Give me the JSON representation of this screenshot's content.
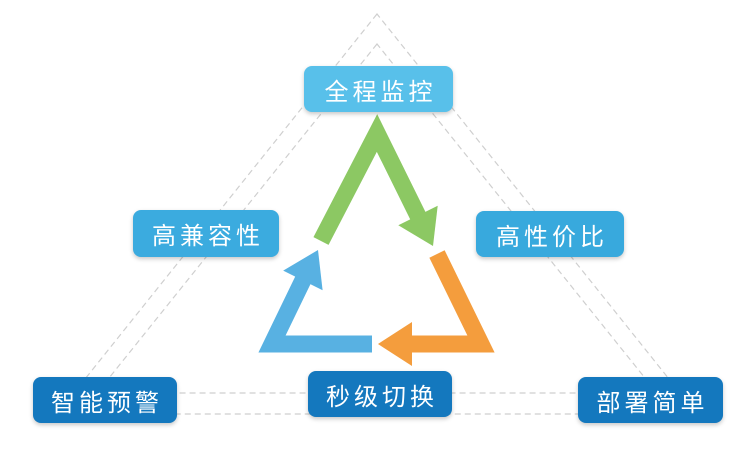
{
  "diagram": {
    "title": "feature-cycle-diagram",
    "background": "#ffffff",
    "outline_color": "#cfcfcf",
    "text_color": "#ffffff",
    "labels": [
      {
        "id": "top",
        "text": "全程监控",
        "color": "#58c0ea"
      },
      {
        "id": "left",
        "text": "高兼容性",
        "color": "#3babdf"
      },
      {
        "id": "right",
        "text": "高性价比",
        "color": "#38a9dd"
      },
      {
        "id": "bottom-left",
        "text": "智能预警",
        "color": "#1478be"
      },
      {
        "id": "bottom-center",
        "text": "秒级切换",
        "color": "#1478be"
      },
      {
        "id": "bottom-right",
        "text": "部署简单",
        "color": "#1478be"
      }
    ],
    "arrows": [
      {
        "id": "green-arrow",
        "direction": "up-left-side-to-right-side",
        "color": "#8cc863"
      },
      {
        "id": "orange-arrow",
        "direction": "down-right-side-to-bottom",
        "color": "#f49d3d"
      },
      {
        "id": "blue-arrow",
        "direction": "bottom-to-up-left-side",
        "color": "#58b1e2"
      }
    ]
  }
}
